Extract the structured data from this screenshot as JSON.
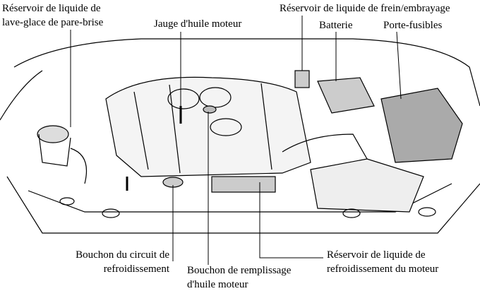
{
  "labels": {
    "washer_reservoir": [
      "Réservoir de liquide de",
      "lave-glace de pare-brise"
    ],
    "oil_dipstick": "Jauge d'huile moteur",
    "brake_clutch_reservoir": "Réservoir de liquide de frein/embrayage",
    "battery": "Batterie",
    "fuse_block": "Porte-fusibles",
    "radiator_cap": [
      "Bouchon du circuit de",
      "refroidissement"
    ],
    "oil_filler_cap": [
      "Bouchon de remplissage",
      "d'huile moteur"
    ],
    "coolant_reservoir": [
      "Réservoir de liquide de",
      "refroidissement du moteur"
    ]
  }
}
